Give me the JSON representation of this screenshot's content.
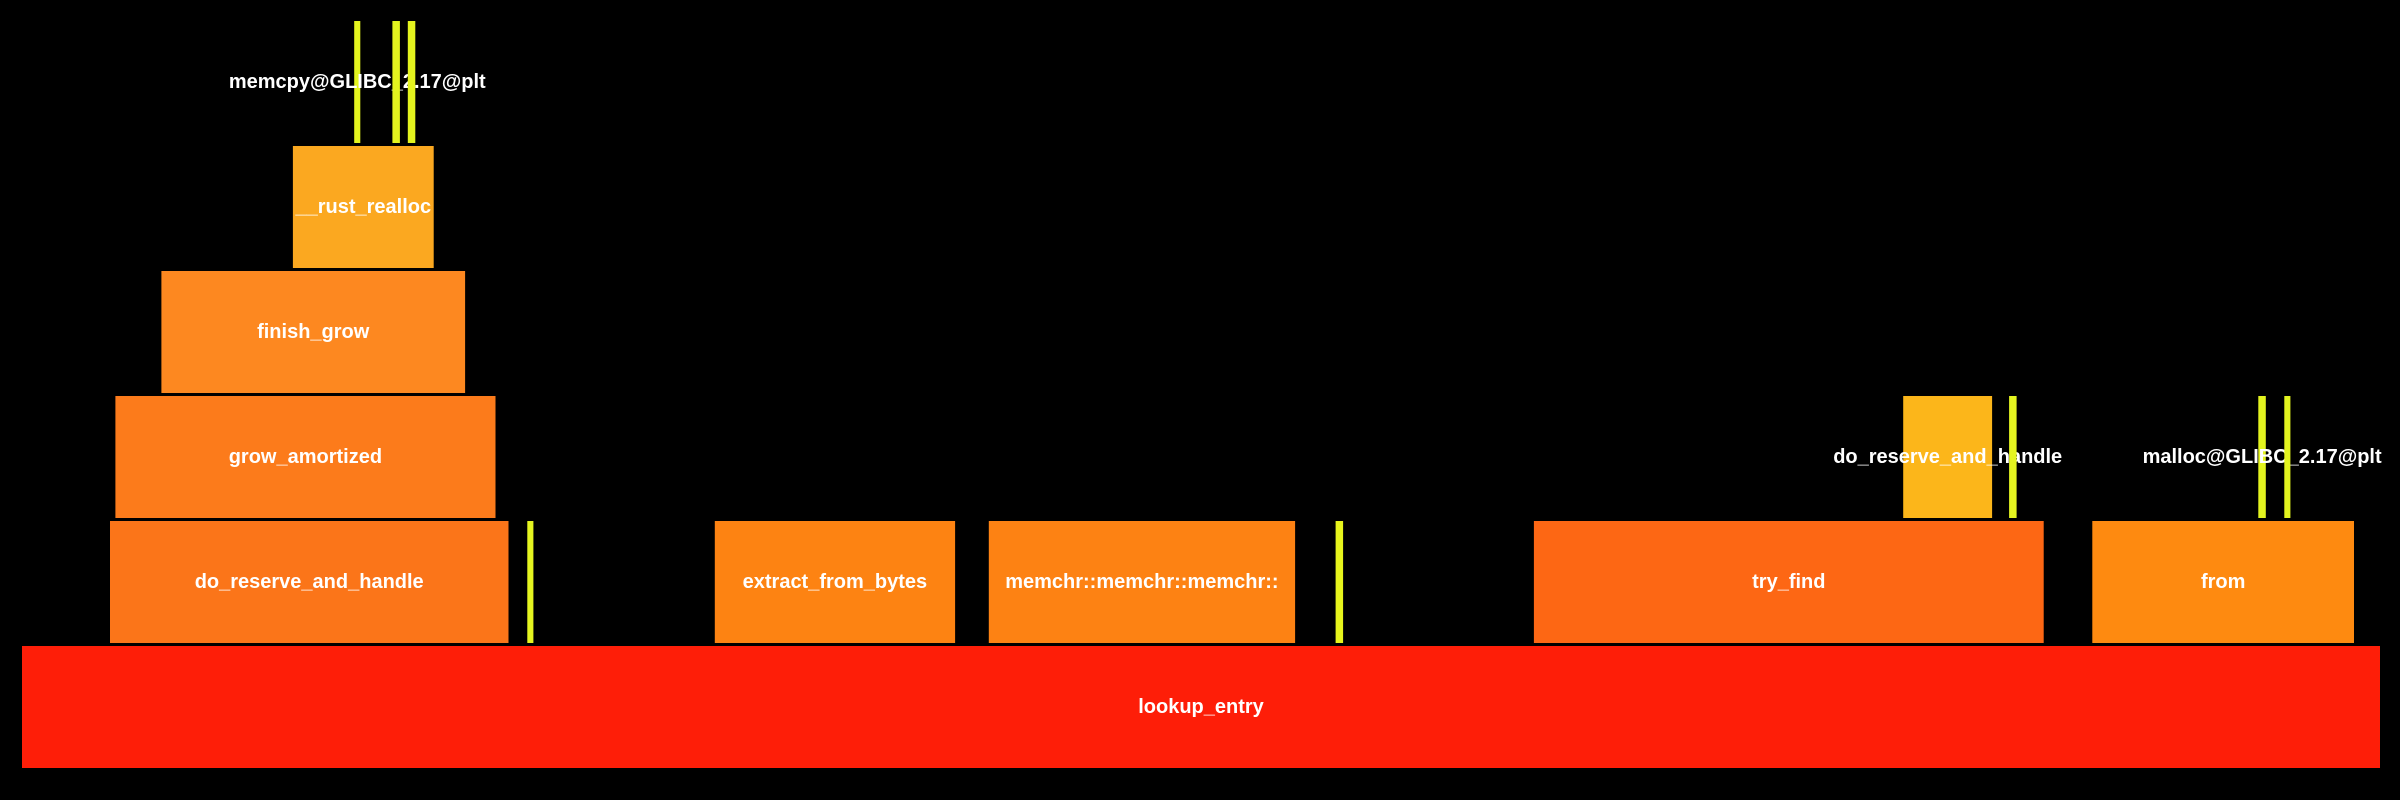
{
  "chart_data": {
    "type": "flamegraph",
    "title": "",
    "x_unit": "fraction of total samples",
    "depth_unit": "stack depth",
    "colors": {
      "background": "#000000",
      "label": "#ffffff"
    },
    "frames": [
      {
        "id": "lookup_entry",
        "label": "lookup_entry",
        "depth": 0,
        "start": 0.0,
        "width": 1.0,
        "color": "#fe1e08"
      },
      {
        "id": "do_reserve_and_handle_1",
        "label": "do_reserve_and_handle",
        "depth": 1,
        "start": 0.0373,
        "width": 0.169,
        "color": "#fb7519"
      },
      {
        "id": "d1_narrow_1",
        "label": "",
        "depth": 1,
        "start": 0.2143,
        "width": 0.0026,
        "color": "#e5f520"
      },
      {
        "id": "extract_from_bytes",
        "label": "extract_from_bytes",
        "depth": 1,
        "start": 0.2938,
        "width": 0.1019,
        "color": "#fd8312"
      },
      {
        "id": "memchr",
        "label": "memchr::memchr::memchr::",
        "depth": 1,
        "start": 0.41,
        "width": 0.1299,
        "color": "#fd8213"
      },
      {
        "id": "d1_narrow_2",
        "label": "",
        "depth": 1,
        "start": 0.5571,
        "width": 0.0032,
        "color": "#e7f51c"
      },
      {
        "id": "try_find",
        "label": "try_find",
        "depth": 1,
        "start": 0.6412,
        "width": 0.2162,
        "color": "#fd6714"
      },
      {
        "id": "from",
        "label": "from",
        "depth": 1,
        "start": 0.878,
        "width": 0.111,
        "color": "#fe8a10"
      },
      {
        "id": "grow_amortized",
        "label": "grow_amortized",
        "depth": 2,
        "start": 0.0396,
        "width": 0.1612,
        "color": "#fc7b1b"
      },
      {
        "id": "do_reserve_and_handle_2",
        "label": "do_reserve_and_handle",
        "depth": 2,
        "start": 0.7978,
        "width": 0.0377,
        "color": "#fcb61a"
      },
      {
        "id": "d2_narrow_1",
        "label": "",
        "depth": 2,
        "start": 0.8427,
        "width": 0.0032,
        "color": "#e5f520"
      },
      {
        "id": "malloc",
        "label": "malloc@GLIBC_2.17@plt",
        "depth": 2,
        "start": 0.9484,
        "width": 0.0032,
        "color": "#e3f41f"
      },
      {
        "id": "d2_narrow_2",
        "label": "",
        "depth": 2,
        "start": 0.9594,
        "width": 0.0026,
        "color": "#e3f41f"
      },
      {
        "id": "finish_grow",
        "label": "finish_grow",
        "depth": 3,
        "start": 0.0591,
        "width": 0.1288,
        "color": "#fd8820"
      },
      {
        "id": "rust_realloc",
        "label": "__rust_realloc",
        "depth": 4,
        "start": 0.1149,
        "width": 0.0597,
        "color": "#fba820"
      },
      {
        "id": "memcpy",
        "label": "memcpy@GLIBC_2.17@plt",
        "depth": 5,
        "start": 0.1409,
        "width": 0.0026,
        "color": "#e4f41e"
      },
      {
        "id": "d5_narrow_1",
        "label": "",
        "depth": 5,
        "start": 0.1571,
        "width": 0.0032,
        "color": "#e4f41e"
      },
      {
        "id": "d5_narrow_2",
        "label": "",
        "depth": 5,
        "start": 0.1636,
        "width": 0.0032,
        "color": "#e4f41e"
      }
    ]
  }
}
